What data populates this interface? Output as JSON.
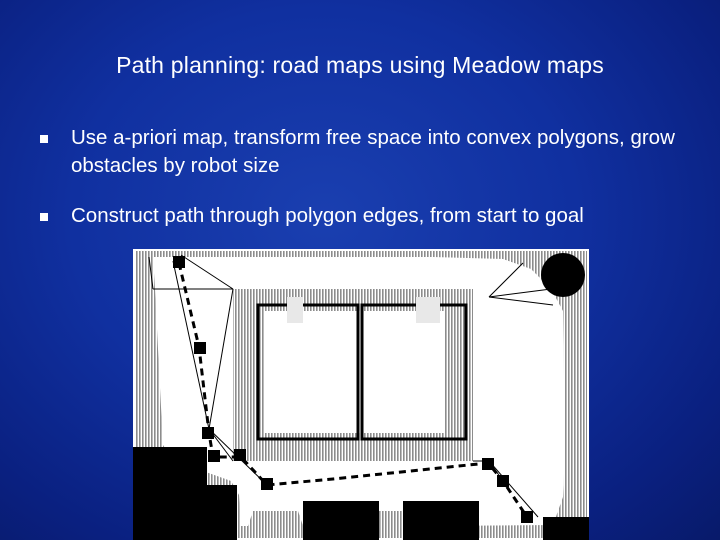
{
  "slide": {
    "title": "Path planning: road maps using Meadow maps",
    "bullets": [
      "Use a-priori map, transform free space into convex polygons, grow obstacles by robot size",
      "Construct path through polygon edges, from start to goal"
    ]
  },
  "figure": {
    "icon": "meadow-map-diagram",
    "colors": {
      "background": "#ffffff",
      "obstacle": "#000000",
      "grown_obstacle_hatch": "#9a9a9a",
      "path": "#000000"
    }
  }
}
